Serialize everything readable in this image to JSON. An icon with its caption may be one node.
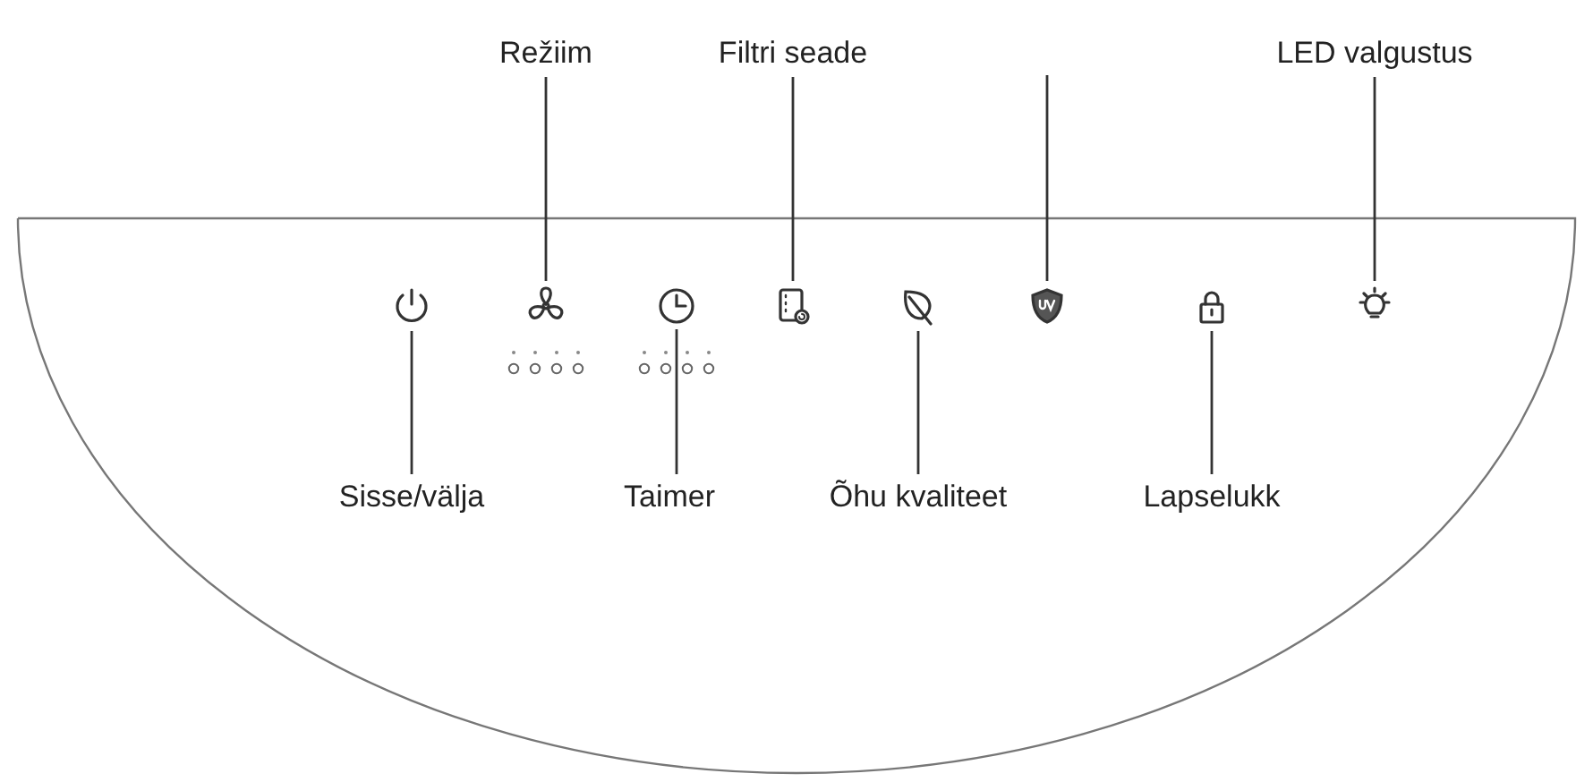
{
  "diagram": {
    "nodes": [
      {
        "text": [
          "Režiim"
        ]
      },
      {
        "text": [
          "Filtri seade"
        ]
      },
      {
        "text": [
          "LED valgustus"
        ]
      },
      {
        "text": [
          "Sisse/välja"
        ]
      },
      {
        "text": [
          "Taimer"
        ]
      },
      {
        "text": [
          "Õhu kvaliteet"
        ]
      },
      {
        "text": [
          "Lapselukk"
        ]
      },
      {
        "text": [],
        "shape": "picture"
      },
      {
        "text": [],
        "shape": "picture"
      },
      {
        "text": [],
        "shape": "picture"
      },
      {
        "text": [],
        "shape": "picture"
      },
      {
        "text": [],
        "shape": "picture"
      },
      {
        "text": [],
        "shape": "picture"
      },
      {
        "text": [],
        "shape": "picture"
      },
      {
        "text": [],
        "shape": "picture"
      }
    ],
    "edges": [
      {
        "from": 0,
        "to": 8,
        "arrow": "none"
      },
      {
        "from": 1,
        "to": 10,
        "arrow": "none"
      },
      {
        "from": null,
        "to": 12,
        "arrow": "none"
      },
      {
        "from": 2,
        "to": 14,
        "arrow": "none"
      },
      {
        "from": 3,
        "to": 7,
        "arrow": "none"
      },
      {
        "from": 4,
        "to": 9,
        "arrow": "none"
      },
      {
        "from": 5,
        "to": 11,
        "arrow": "none"
      },
      {
        "from": 6,
        "to": 13,
        "arrow": "none"
      }
    ]
  }
}
